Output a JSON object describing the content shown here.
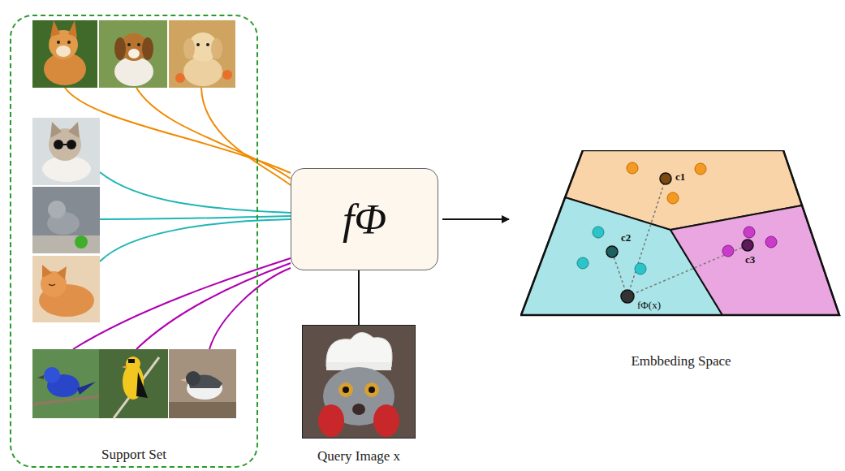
{
  "diagram": {
    "nodes": [
      {
        "text": [
          "Support Set"
        ]
      },
      {
        "text": [
          "fΦ"
        ]
      },
      {
        "text": [
          "Query Image x"
        ]
      },
      {
        "text": [
          "Embbeding Space"
        ]
      }
    ],
    "edges": [
      {
        "from": 2,
        "to": 1,
        "arrow": "none"
      },
      {
        "from": 1,
        "to": 3,
        "arrow": "to"
      }
    ],
    "labels": [
      "c1",
      "c2",
      "c3",
      "fΦ(x)"
    ]
  }
}
